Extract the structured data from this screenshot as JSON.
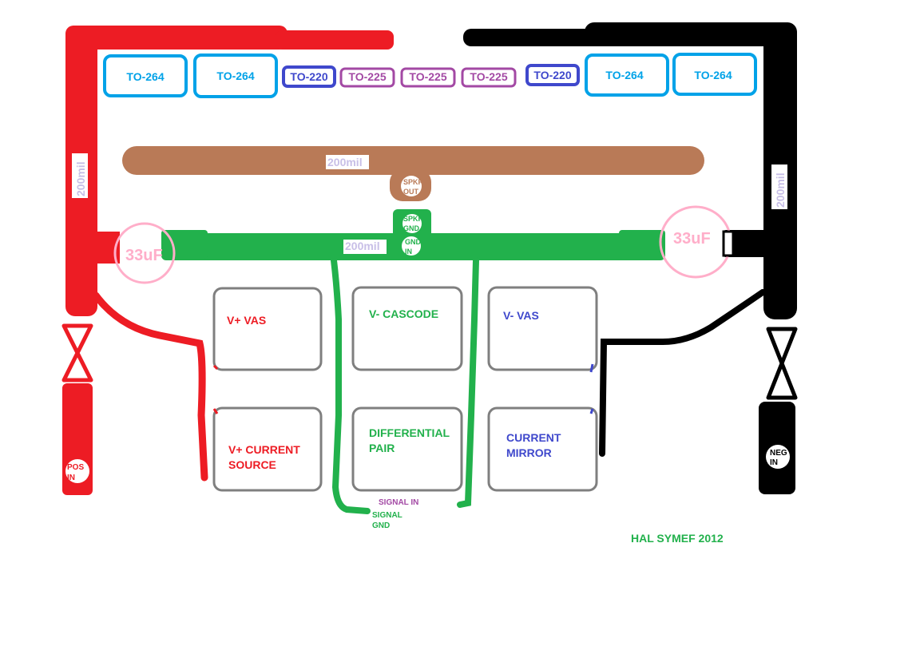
{
  "packages": [
    {
      "label": "TO-264",
      "kind": "to264"
    },
    {
      "label": "TO-264",
      "kind": "to264"
    },
    {
      "label": "TO-220",
      "kind": "to220"
    },
    {
      "label": "TO-225",
      "kind": "to225"
    },
    {
      "label": "TO-225",
      "kind": "to225"
    },
    {
      "label": "TO-225",
      "kind": "to225"
    },
    {
      "label": "TO-220",
      "kind": "to220"
    },
    {
      "label": "TO-264",
      "kind": "to264"
    },
    {
      "label": "TO-264",
      "kind": "to264"
    }
  ],
  "traces": {
    "pos_width": "200mil",
    "neg_width": "200mil",
    "out_bus_width": "200mil",
    "gnd_bus_width": "200mil"
  },
  "caps": {
    "left": "33uF",
    "right": "33uF"
  },
  "pads": {
    "spkr_out": [
      "SPKR",
      "OUT"
    ],
    "spkr_gnd": [
      "SPKR",
      "GND"
    ],
    "gnd_in": [
      "GND",
      "IN"
    ],
    "pos_in": [
      "POS",
      "IN"
    ],
    "neg_in": [
      "NEG",
      "IN"
    ]
  },
  "blocks": {
    "v_plus_vas": [
      "V+ VAS"
    ],
    "v_minus_cascode": [
      "V- CASCODE"
    ],
    "v_minus_vas": [
      "V- VAS"
    ],
    "v_plus_current_source": [
      "V+ CURRENT",
      "SOURCE"
    ],
    "differential_pair": [
      "DIFFERENTIAL",
      "PAIR"
    ],
    "current_mirror": [
      "CURRENT",
      "MIRROR"
    ]
  },
  "signal_labels": {
    "signal_in": "SIGNAL IN",
    "signal_gnd": [
      "SIGNAL",
      "GND"
    ]
  },
  "credit": "HAL SYMEF 2012",
  "colors": {
    "positive": "#ed1c24",
    "negative": "#000000",
    "ground": "#22b14c",
    "output": "#b97a57",
    "to264": "#00a2e8",
    "to220": "#3f48cc",
    "to225": "#a349a4",
    "cap": "#ffaec9",
    "block": "#7f7f7f",
    "label_light": "#c8bfe7"
  }
}
